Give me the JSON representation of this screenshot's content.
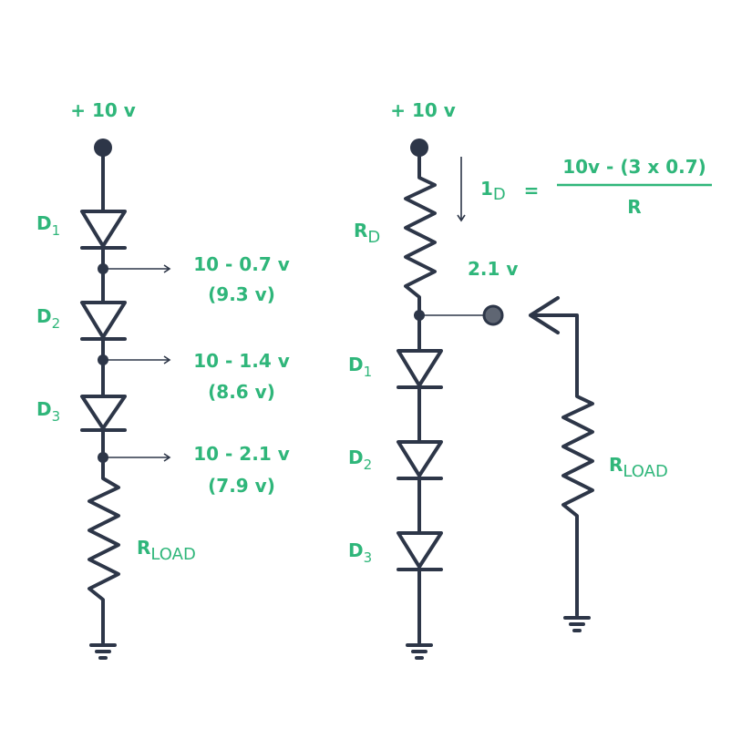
{
  "colors": {
    "wire": "#2d3648",
    "label": "#2fb67a",
    "probe": "#5f6673"
  },
  "left": {
    "supply": "+ 10 v",
    "diodes": [
      {
        "name": "D",
        "sub": "1"
      },
      {
        "name": "D",
        "sub": "2"
      },
      {
        "name": "D",
        "sub": "3"
      }
    ],
    "taps": [
      {
        "expr": "10 - 0.7 v",
        "value": "(9.3 v)"
      },
      {
        "expr": "10 - 1.4 v",
        "value": "(8.6 v)"
      },
      {
        "expr": "10 - 2.1 v",
        "value": "(7.9 v)"
      }
    ],
    "load": {
      "name": "R",
      "sub": "LOAD"
    }
  },
  "right": {
    "supply": "+ 10 v",
    "resistor": {
      "name": "R",
      "sub": "D"
    },
    "current": {
      "name": "1",
      "sub": "D"
    },
    "equals": "=",
    "numerator": "10v - (3 x 0.7)",
    "denominator": "R",
    "node_voltage": "2.1 v",
    "diodes": [
      {
        "name": "D",
        "sub": "1"
      },
      {
        "name": "D",
        "sub": "2"
      },
      {
        "name": "D",
        "sub": "3"
      }
    ],
    "load": {
      "name": "R",
      "sub": "LOAD"
    }
  }
}
